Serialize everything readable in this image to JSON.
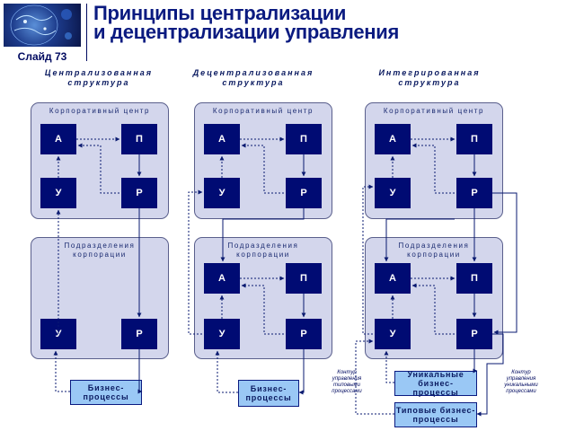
{
  "header": {
    "slide_label": "Слайд 73",
    "title_line1": "Принципы централизации",
    "title_line2": "и децентрализации управления"
  },
  "columns": [
    {
      "head_line1": "Централизованная",
      "head_line2": "структура"
    },
    {
      "head_line1": "Децентрализованная",
      "head_line2": "структура"
    },
    {
      "head_line1": "Интегрированная",
      "head_line2": "структура"
    }
  ],
  "labels": {
    "corporate_center": "Корпоративный центр",
    "divisions_line1": "Подразделения",
    "divisions_line2": "корпорации"
  },
  "blocks": {
    "a": "А",
    "p": "П",
    "u": "У",
    "r": "Р"
  },
  "processes": {
    "business_line1": "Бизнес-",
    "business_line2": "процессы",
    "unique_line1": "Уникальные",
    "unique_line2": "бизнес-процессы",
    "typical_line1": "Типовые бизнес-",
    "typical_line2": "процессы"
  },
  "notes": {
    "control_typical": [
      "Контур",
      "управления",
      "типовыми",
      "процессами"
    ],
    "control_unique": [
      "Контур",
      "управления",
      "уникальными",
      "процессами"
    ]
  },
  "colors": {
    "block": "#000b73",
    "frame": "#d3d6ec",
    "process": "#9ac8f5",
    "title": "#0a1a80"
  }
}
